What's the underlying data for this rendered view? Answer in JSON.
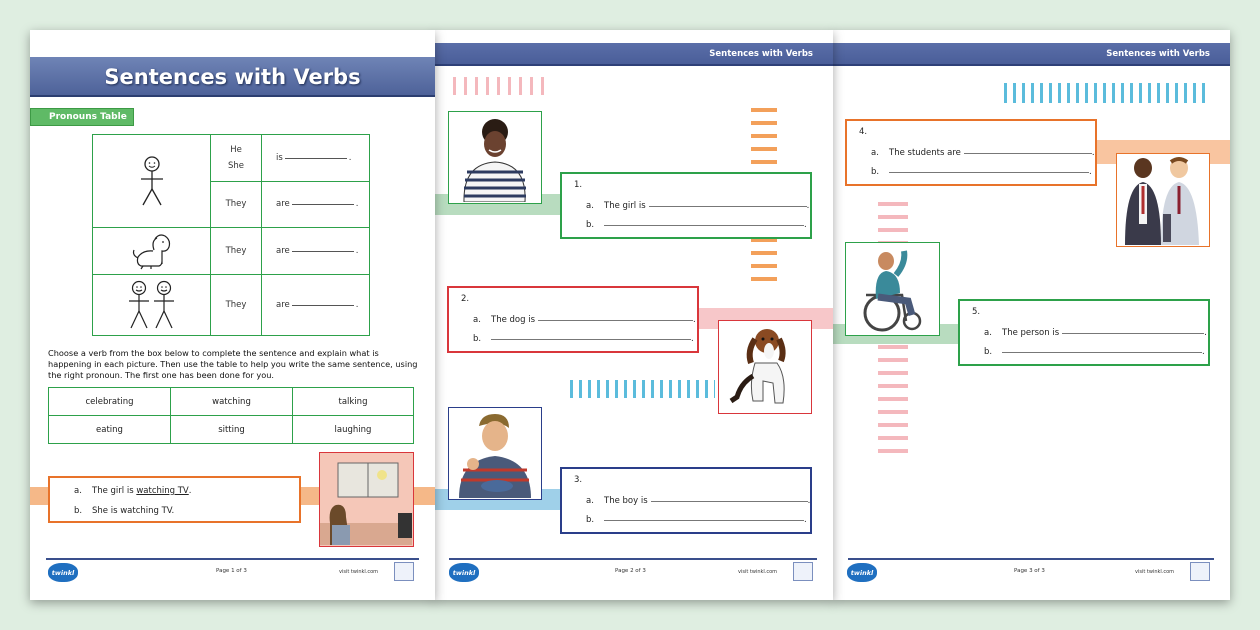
{
  "page1": {
    "title": "Sentences with Verbs",
    "tab_label": "Pronouns Table",
    "table": [
      {
        "pronouns": [
          "He",
          "She"
        ],
        "verb": "is"
      },
      {
        "pronouns": [
          "They"
        ],
        "verb": "are"
      },
      {
        "pronouns": [
          "They"
        ],
        "verb": "are"
      },
      {
        "pronouns": [
          "They"
        ],
        "verb": "are"
      }
    ],
    "instructions": "Choose a verb from the box below to complete the sentence and explain what is happening in each picture. Then use the table to help you write the same sentence, using the right pronoun. The first one has been done for you.",
    "verbs": [
      "celebrating",
      "watching",
      "talking",
      "eating",
      "sitting",
      "laughing"
    ],
    "example": {
      "a_prefix": "The girl is ",
      "a_answer": "watching TV",
      "a_end": ".",
      "b_text": "She is watching TV."
    },
    "footer": {
      "page": "Page 1 of 3",
      "visit": "visit twinkl.com",
      "logo": "twinkl"
    }
  },
  "page2": {
    "header": "Sentences with Verbs",
    "q1": {
      "num": "1.",
      "a": "The girl is"
    },
    "q2": {
      "num": "2.",
      "a": "The dog is"
    },
    "q3": {
      "num": "3.",
      "a": "The boy is"
    },
    "footer": {
      "page": "Page 2 of 3",
      "visit": "visit twinkl.com",
      "logo": "twinkl"
    }
  },
  "page3": {
    "header": "Sentences with Verbs",
    "q4": {
      "num": "4.",
      "a": "The students are"
    },
    "q5": {
      "num": "5.",
      "a": "The person is"
    },
    "footer": {
      "page": "Page 3 of 3",
      "visit": "visit twinkl.com",
      "logo": "twinkl"
    }
  },
  "labels": {
    "a": "a.",
    "b": "b.",
    "period": "."
  },
  "colors": {
    "green": "#2da14a",
    "red": "#d9363b",
    "orange": "#e8732a",
    "navy": "#2a3e8a",
    "band_blue": "#4e6299"
  }
}
